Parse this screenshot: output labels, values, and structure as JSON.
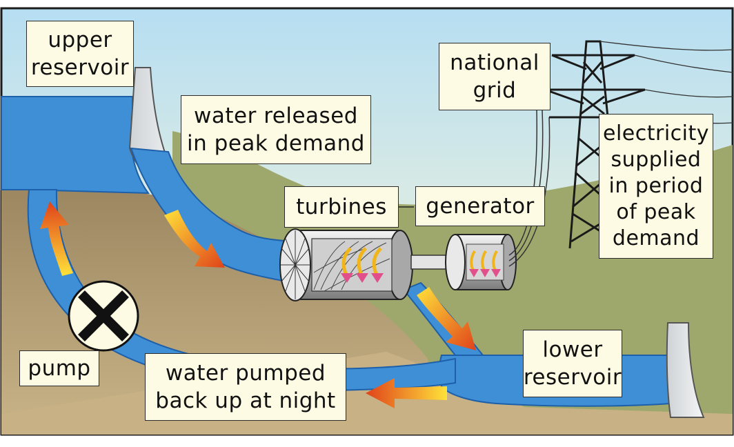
{
  "labels": {
    "upper_reservoir": "upper\nreservoir",
    "water_released": "water released\nin peak demand",
    "national_grid": "national\ngrid",
    "electricity_supplied": "electricity\nsupplied\nin period\nof peak\ndemand",
    "turbines": "turbines",
    "generator": "generator",
    "lower_reservoir": "lower\nreservoir",
    "pump": "pump",
    "water_pumped": "water pumped\nback up at night"
  },
  "colors": {
    "sky_top": "#bfe2f2",
    "sky_bottom": "#f3f1d9",
    "far_hill": "#9ea86c",
    "ground": "#b09a72",
    "water": "#3f8fd6",
    "water_dark": "#1d5fa8",
    "dam": "#e6e8ea",
    "arrow_yellow": "#ffd21e",
    "arrow_red": "#e2461a",
    "label_bg": "#fdfbe3"
  }
}
